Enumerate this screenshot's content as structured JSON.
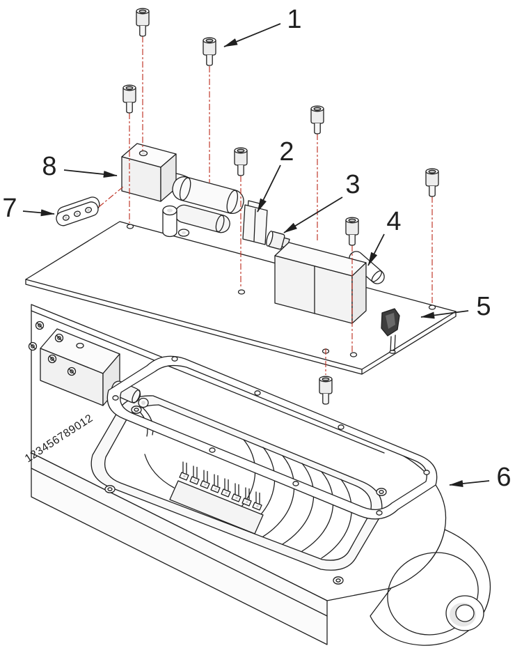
{
  "diagram": {
    "callouts": [
      {
        "label": "1"
      },
      {
        "label": "2"
      },
      {
        "label": "3"
      },
      {
        "label": "4"
      },
      {
        "label": "5"
      },
      {
        "label": "6"
      },
      {
        "label": "7"
      },
      {
        "label": "8"
      }
    ],
    "serial_label": "123456789012",
    "colors": {
      "line": "#1f1f1f",
      "centerline": "#c0392b",
      "background": "#ffffff"
    }
  }
}
